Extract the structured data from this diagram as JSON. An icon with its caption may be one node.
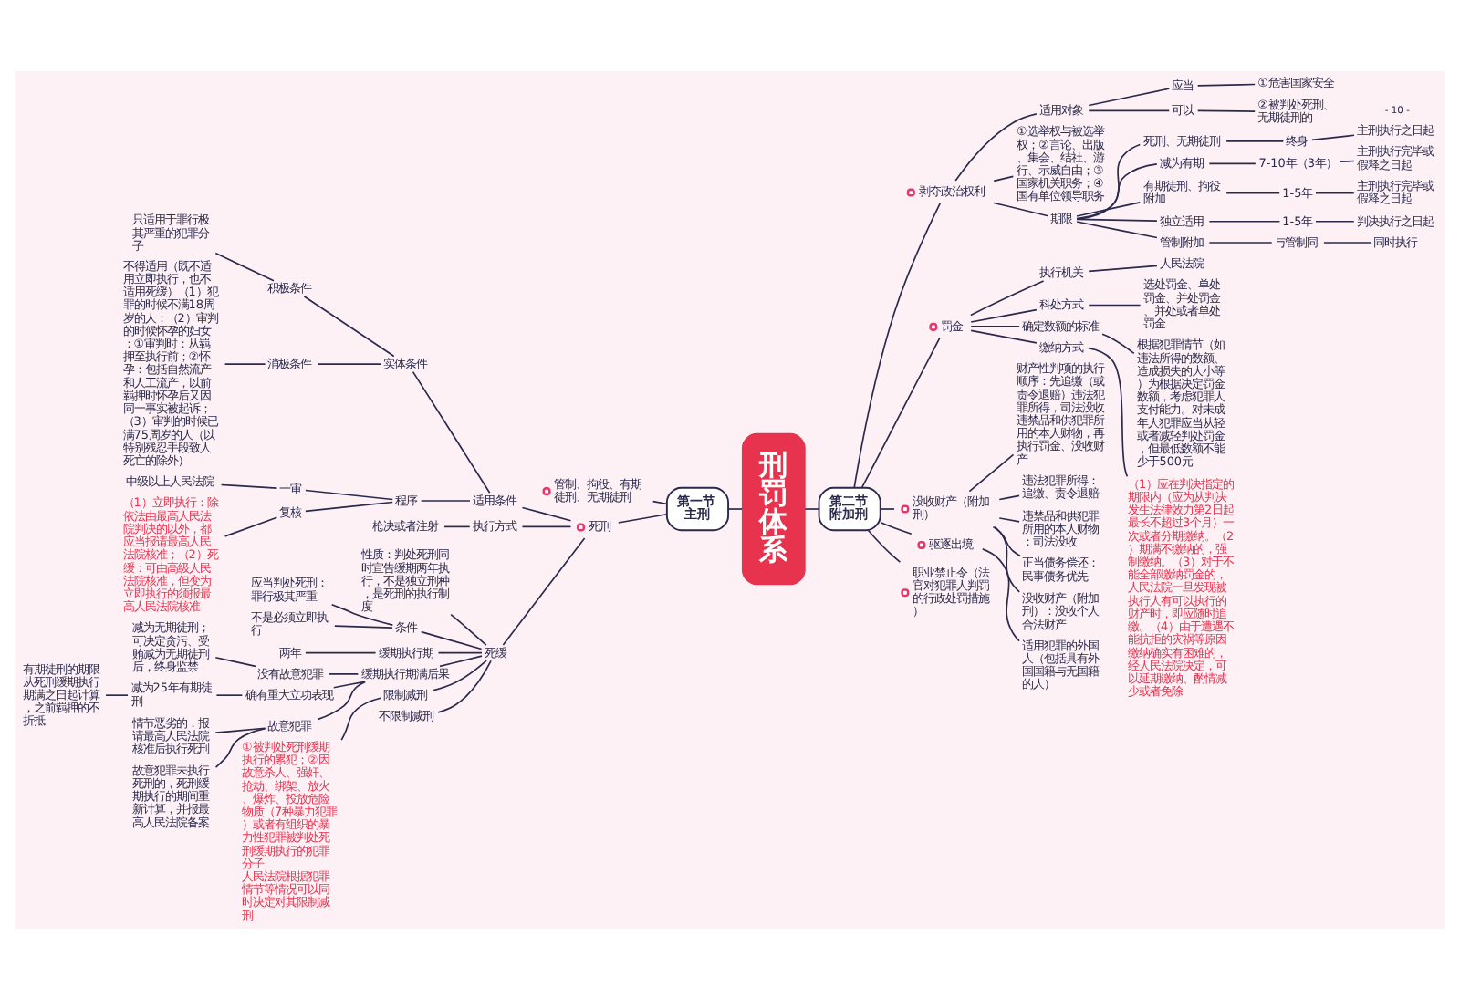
{
  "diagram": {
    "nodes": [
      {
        "text": [
          "刑罚体系"
        ]
      },
      {
        "text": [
          "第一节",
          "主刑"
        ]
      },
      {
        "text": [
          "管制、拘役、有期徒刑、无期徒刑"
        ]
      },
      {
        "text": [
          "死刑"
        ]
      },
      {
        "text": [
          "适用条件"
        ]
      },
      {
        "text": [
          "实体条件"
        ]
      },
      {
        "text": [
          "积极条件"
        ]
      },
      {
        "text": [
          "只适用于罪行极其严重的犯罪分子"
        ]
      },
      {
        "text": [
          "消极条件"
        ]
      },
      {
        "text": [
          "不得适用（既不适用立即执行，也不适用死缓）（1）犯罪的时候不满18周岁的人；（2）审判的时候怀孕的妇女：①审判时：从羁押至执行前；②怀孕：包括自然流产和人工流产，以前羁押时怀孕后又因同一事实被起诉；（3）审判的时候已满75周岁的人（以特别残忍手段致人死亡的除外）"
        ]
      },
      {
        "text": [
          "程序"
        ]
      },
      {
        "text": [
          "一审"
        ]
      },
      {
        "text": [
          "中级以上人民法院"
        ]
      },
      {
        "text": [
          "复核"
        ]
      },
      {
        "text": [
          "（1）立即执行：除依法由最高人民法院判决的以外，都应当报请最高人民法院核准；（2）死缓：可由高级人民法院核准，但变为立即执行的须报最高人民法院核准"
        ]
      },
      {
        "text": [
          "执行方式"
        ]
      },
      {
        "text": [
          "枪决或者注射"
        ]
      },
      {
        "text": [
          "死缓"
        ]
      },
      {
        "text": [
          "性质：判处死刑同时宣告缓期两年执行，不是独立刑种，是死刑的执行制度"
        ]
      },
      {
        "text": [
          "条件"
        ]
      },
      {
        "text": [
          "应当判处死刑：罪行极其严重"
        ]
      },
      {
        "text": [
          "不是必须立即执行"
        ]
      },
      {
        "text": [
          "缓期执行期"
        ]
      },
      {
        "text": [
          "两年"
        ]
      },
      {
        "text": [
          "缓期执行期满后果"
        ]
      },
      {
        "text": [
          "没有故意犯罪"
        ]
      },
      {
        "text": [
          "减为无期徒刑；可决定贪污、受贿减为无期徒刑后，终身监禁"
        ]
      },
      {
        "text": [
          "确有重大立功表现"
        ]
      },
      {
        "text": [
          "减为25年有期徒刑"
        ]
      },
      {
        "text": [
          "有期徒刑的期限从死刑缓期执行期满之日起计算，之前羁押的不折抵"
        ]
      },
      {
        "text": [
          "故意犯罪"
        ]
      },
      {
        "text": [
          "情节恶劣的，报请最高人民法院核准后执行死刑"
        ]
      },
      {
        "text": [
          "故意犯罪未执行死刑的，死刑缓期执行的期间重新计算，并报最高人民法院备案"
        ]
      },
      {
        "text": [
          "限制减刑"
        ]
      },
      {
        "text": [
          "①被判处死刑缓期执行的累犯；②因故意杀人、强奸、抢劫、绑架、放火、爆炸、投放危险物质（7种暴力犯罪）或者有组织的暴力性犯罪被判处死刑缓期执行的犯罪分子",
          "人民法院根据犯罪情节等情况可以同时决定对其限制减刑"
        ]
      },
      {
        "text": [
          "不限制减刑"
        ]
      },
      {
        "text": [
          "第二节",
          "附加刑"
        ]
      },
      {
        "text": [
          "剥夺政治权利"
        ]
      },
      {
        "text": [
          "适用对象"
        ]
      },
      {
        "text": [
          "应当"
        ]
      },
      {
        "text": [
          "①危害国家安全"
        ]
      },
      {
        "text": [
          "可以"
        ]
      },
      {
        "text": [
          "②被判处死刑、无期徒刑的"
        ]
      },
      {
        "text": [
          "①选举权与被选举权；②言论、出版、集会、结社、游行、示威自由；③国家机关职务；④国有单位领导职务"
        ]
      },
      {
        "text": [
          "期限"
        ]
      },
      {
        "text": [
          "死刑、无期徒刑"
        ]
      },
      {
        "text": [
          "终身"
        ]
      },
      {
        "text": [
          "主刑执行之日起"
        ]
      },
      {
        "text": [
          "减为有期"
        ]
      },
      {
        "text": [
          "7-10年（3年）"
        ]
      },
      {
        "text": [
          "主刑执行完毕或假释之日起"
        ]
      },
      {
        "text": [
          "有期徒刑、拘役附加"
        ]
      },
      {
        "text": [
          "1-5年"
        ]
      },
      {
        "text": [
          "主刑执行完毕或假释之日起"
        ]
      },
      {
        "text": [
          "独立适用"
        ]
      },
      {
        "text": [
          "1-5年"
        ]
      },
      {
        "text": [
          "判决执行之日起"
        ]
      },
      {
        "text": [
          "管制附加"
        ]
      },
      {
        "text": [
          "与管制同"
        ]
      },
      {
        "text": [
          "同时执行"
        ]
      },
      {
        "text": [
          "罚金"
        ]
      },
      {
        "text": [
          "执行机关"
        ]
      },
      {
        "text": [
          "人民法院"
        ]
      },
      {
        "text": [
          "科处方式"
        ]
      },
      {
        "text": [
          "选处罚金、单处罚金、并处罚金、并处或者单处罚金"
        ]
      },
      {
        "text": [
          "确定数额的标准"
        ]
      },
      {
        "text": [
          "根据犯罪情节（如违法所得的数额、造成损失的大小等）为根据决定罚金数额，考虑犯罪人支付能力。对未成年人犯罪应当从轻或者减轻判处罚金，但最低数额不能少于500元"
        ]
      },
      {
        "text": [
          "缴纳方式"
        ]
      },
      {
        "text": [
          "（1）应在判决指定的期限内（应为从判决发生法律效力第2日起最长不超过3个月）一次或者分期缴纳。（2）期满不缴纳的，强制缴纳。（3）对于不能全部缴纳罚金的，人民法院一旦发现被执行人有可以执行的财产时，即应随时追缴。（4）由于遭遇不能抗拒的灾祸等原因缴纳确实有困难的，经人民法院决定，可以延期缴纳、酌情减少或者免除"
        ]
      },
      {
        "text": [
          "没收财产（附加刑）"
        ]
      },
      {
        "text": [
          "财产性判项的执行顺序：先追缴（或责令退赔）违法犯罪所得，司法没收违禁品和供犯罪所用的本人财物，再执行罚金、没收财产"
        ]
      },
      {
        "text": [
          "违法犯罪所得：追缴、责令退赔"
        ]
      },
      {
        "text": [
          "违禁品和供犯罪所用的本人财物：司法没收"
        ]
      },
      {
        "text": [
          "正当债务偿还：民事债务优先"
        ]
      },
      {
        "text": [
          "没收财产（附加刑）：没收个人合法财产"
        ]
      },
      {
        "text": [
          "驱逐出境"
        ]
      },
      {
        "text": [
          "适用犯罪的外国人（包括具有外国国籍与无国籍的人）"
        ]
      },
      {
        "text": [
          "职业禁止令（法官对犯罪人判罚的行政处罚措施）"
        ]
      }
    ],
    "edges": [
      {
        "from": 1,
        "to": 0,
        "arrow": "none"
      },
      {
        "from": 2,
        "to": 1,
        "arrow": "none"
      },
      {
        "from": 3,
        "to": 1,
        "arrow": "none"
      },
      {
        "from": 4,
        "to": 3,
        "arrow": "none"
      },
      {
        "from": 5,
        "to": 4,
        "arrow": "none"
      },
      {
        "from": 6,
        "to": 5,
        "arrow": "none"
      },
      {
        "from": 7,
        "to": 6,
        "arrow": "none"
      },
      {
        "from": 8,
        "to": 5,
        "arrow": "none"
      },
      {
        "from": 9,
        "to": 8,
        "arrow": "none"
      },
      {
        "from": 10,
        "to": 4,
        "arrow": "none"
      },
      {
        "from": 11,
        "to": 10,
        "arrow": "none"
      },
      {
        "from": 12,
        "to": 11,
        "arrow": "none"
      },
      {
        "from": 13,
        "to": 10,
        "arrow": "none"
      },
      {
        "from": 14,
        "to": 13,
        "arrow": "none"
      },
      {
        "from": 15,
        "to": 3,
        "arrow": "none"
      },
      {
        "from": 16,
        "to": 15,
        "arrow": "none"
      },
      {
        "from": 17,
        "to": 3,
        "arrow": "none"
      },
      {
        "from": 18,
        "to": 17,
        "arrow": "none"
      },
      {
        "from": 19,
        "to": 17,
        "arrow": "none"
      },
      {
        "from": 20,
        "to": 19,
        "arrow": "none"
      },
      {
        "from": 21,
        "to": 19,
        "arrow": "none"
      },
      {
        "from": 22,
        "to": 17,
        "arrow": "none"
      },
      {
        "from": 23,
        "to": 22,
        "arrow": "none"
      },
      {
        "from": 24,
        "to": 17,
        "arrow": "none"
      },
      {
        "from": 25,
        "to": 24,
        "arrow": "none"
      },
      {
        "from": 26,
        "to": 25,
        "arrow": "none"
      },
      {
        "from": 27,
        "to": 24,
        "arrow": "none"
      },
      {
        "from": 28,
        "to": 27,
        "arrow": "none"
      },
      {
        "from": 29,
        "to": 28,
        "arrow": "none"
      },
      {
        "from": 30,
        "to": 24,
        "arrow": "none"
      },
      {
        "from": 31,
        "to": 30,
        "arrow": "none"
      },
      {
        "from": 32,
        "to": 30,
        "arrow": "none"
      },
      {
        "from": 33,
        "to": 17,
        "arrow": "none"
      },
      {
        "from": 34,
        "to": 33,
        "arrow": "none"
      },
      {
        "from": 35,
        "to": 17,
        "arrow": "none"
      },
      {
        "from": 0,
        "to": 36,
        "arrow": "none"
      },
      {
        "from": 36,
        "to": 37,
        "arrow": "none"
      },
      {
        "from": 37,
        "to": 38,
        "arrow": "none"
      },
      {
        "from": 38,
        "to": 39,
        "arrow": "none"
      },
      {
        "from": 39,
        "to": 40,
        "arrow": "none"
      },
      {
        "from": 38,
        "to": 41,
        "arrow": "none"
      },
      {
        "from": 41,
        "to": 42,
        "arrow": "none"
      },
      {
        "from": 37,
        "to": 43,
        "arrow": "none"
      },
      {
        "from": 37,
        "to": 44,
        "arrow": "none"
      },
      {
        "from": 44,
        "to": 45,
        "arrow": "none"
      },
      {
        "from": 45,
        "to": 46,
        "arrow": "none"
      },
      {
        "from": 46,
        "to": 47,
        "arrow": "none"
      },
      {
        "from": 44,
        "to": 48,
        "arrow": "none"
      },
      {
        "from": 48,
        "to": 49,
        "arrow": "none"
      },
      {
        "from": 49,
        "to": 50,
        "arrow": "none"
      },
      {
        "from": 44,
        "to": 51,
        "arrow": "none"
      },
      {
        "from": 51,
        "to": 52,
        "arrow": "none"
      },
      {
        "from": 52,
        "to": 53,
        "arrow": "none"
      },
      {
        "from": 44,
        "to": 54,
        "arrow": "none"
      },
      {
        "from": 54,
        "to": 55,
        "arrow": "none"
      },
      {
        "from": 55,
        "to": 56,
        "arrow": "none"
      },
      {
        "from": 44,
        "to": 57,
        "arrow": "none"
      },
      {
        "from": 57,
        "to": 58,
        "arrow": "none"
      },
      {
        "from": 58,
        "to": 59,
        "arrow": "none"
      },
      {
        "from": 36,
        "to": 60,
        "arrow": "none"
      },
      {
        "from": 60,
        "to": 61,
        "arrow": "none"
      },
      {
        "from": 61,
        "to": 62,
        "arrow": "none"
      },
      {
        "from": 60,
        "to": 63,
        "arrow": "none"
      },
      {
        "from": 63,
        "to": 64,
        "arrow": "none"
      },
      {
        "from": 60,
        "to": 65,
        "arrow": "none"
      },
      {
        "from": 65,
        "to": 66,
        "arrow": "none"
      },
      {
        "from": 60,
        "to": 67,
        "arrow": "none"
      },
      {
        "from": 67,
        "to": 68,
        "arrow": "none"
      },
      {
        "from": 36,
        "to": 69,
        "arrow": "none"
      },
      {
        "from": 69,
        "to": 70,
        "arrow": "none"
      },
      {
        "from": 69,
        "to": 71,
        "arrow": "none"
      },
      {
        "from": 69,
        "to": 72,
        "arrow": "none"
      },
      {
        "from": 69,
        "to": 73,
        "arrow": "none"
      },
      {
        "from": 69,
        "to": 74,
        "arrow": "none"
      },
      {
        "from": 36,
        "to": 75,
        "arrow": "none"
      },
      {
        "from": 75,
        "to": 76,
        "arrow": "none"
      },
      {
        "from": 36,
        "to": 77,
        "arrow": "none"
      }
    ],
    "labels": [
      "- 10 -"
    ]
  }
}
